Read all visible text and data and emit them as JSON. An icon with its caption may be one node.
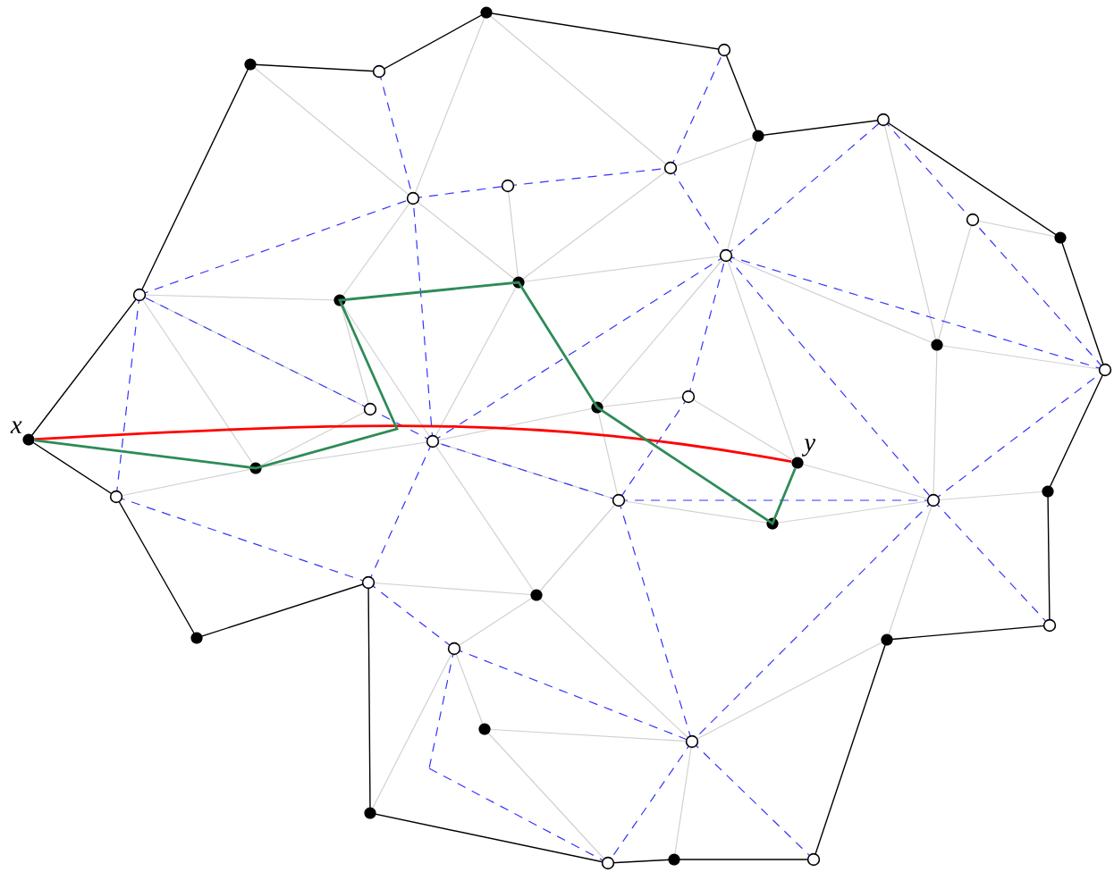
{
  "diagram": {
    "nodes": [
      {
        "text": [
          "x"
        ]
      },
      {
        "text": [
          "y"
        ]
      }
    ],
    "edges": [
      {
        "from": 0,
        "to": 1,
        "arrow": "none",
        "color": "#ff0000"
      },
      {
        "from": 0,
        "to": 1,
        "arrow": "none",
        "color": "#2e8b57"
      }
    ]
  }
}
